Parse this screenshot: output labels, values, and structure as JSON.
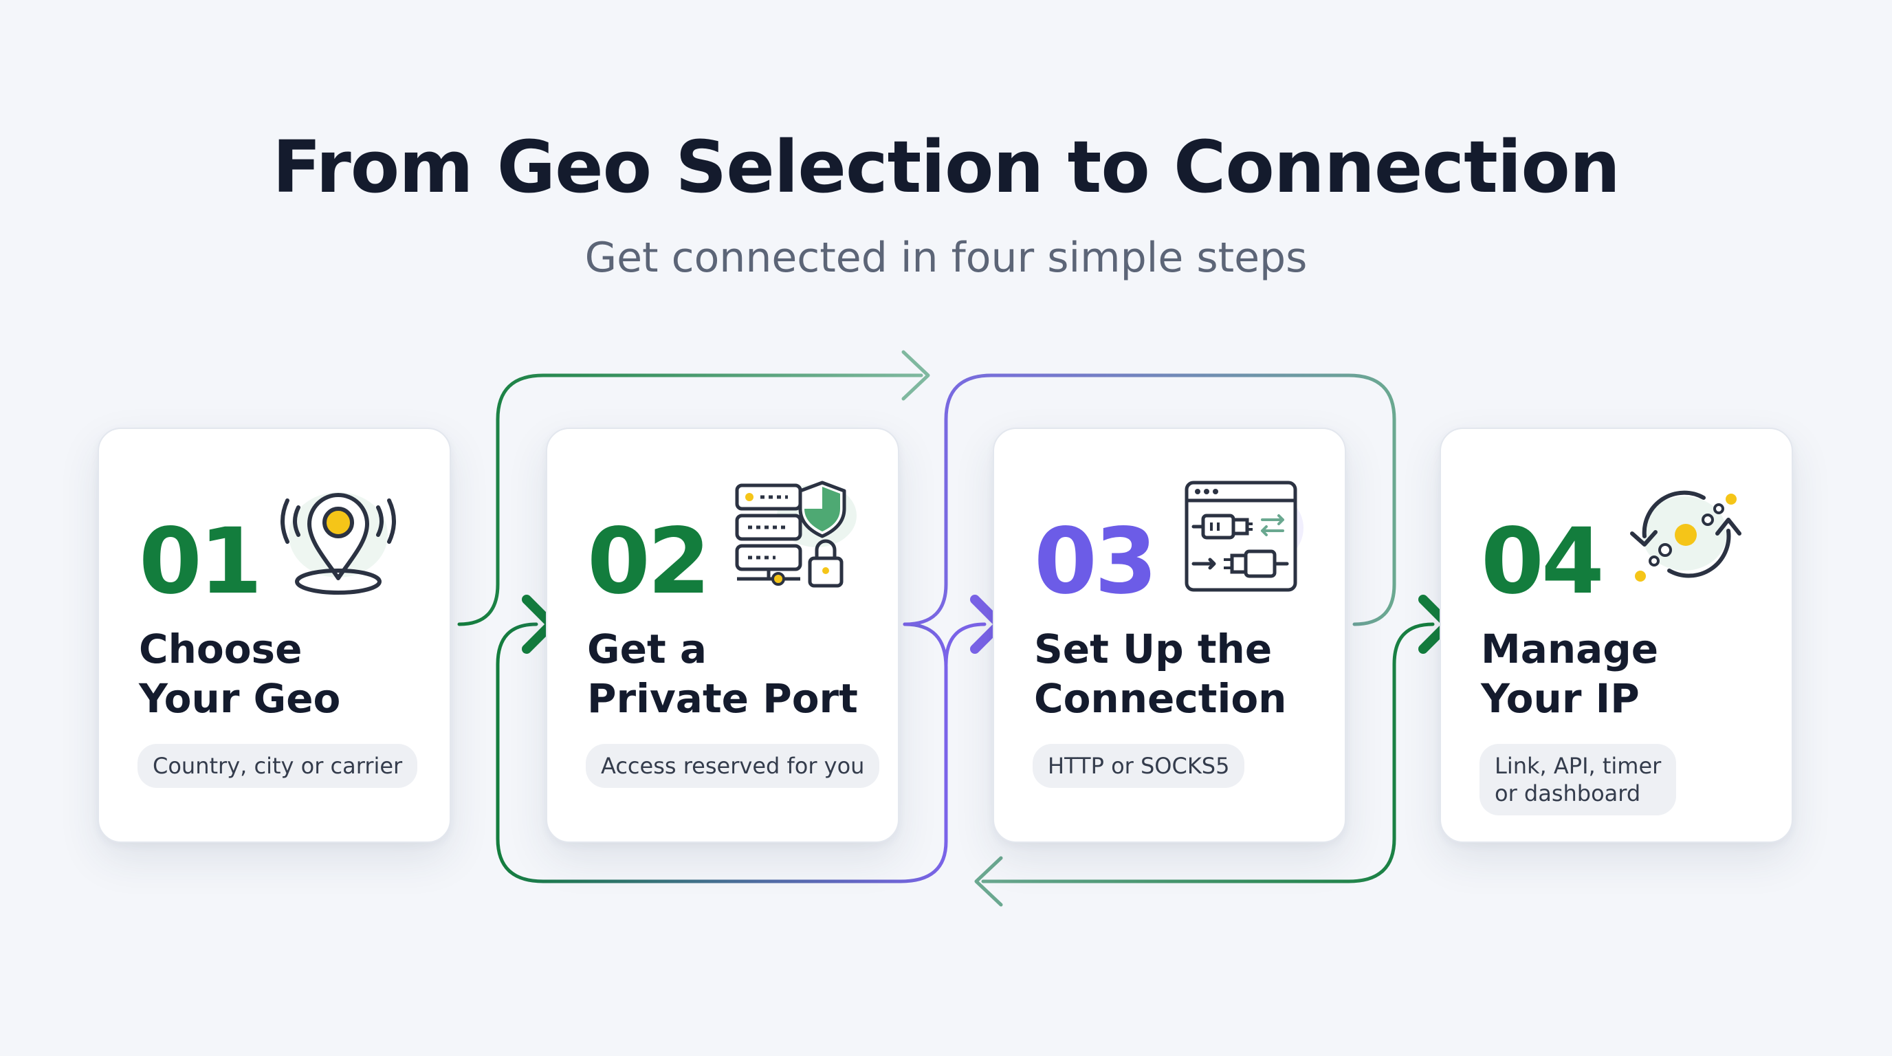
{
  "title": "From Geo Selection to Connection",
  "subtitle": "Get connected in four simple steps",
  "colors": {
    "green": "#137d3d",
    "purple": "#6c5ce7",
    "yellow": "#f5c518",
    "text": "#141b2d",
    "muted": "#5c6577",
    "teal": "#5aa88a"
  },
  "steps": [
    {
      "number": "01",
      "heading": "Choose\nYour Geo",
      "detail": "Country, city or carrier",
      "icon": "location-pin-signal-icon",
      "number_color": "#137d3d"
    },
    {
      "number": "02",
      "heading": "Get a\nPrivate Port",
      "detail": "Access reserved for you",
      "icon": "server-shield-lock-icon",
      "number_color": "#137d3d"
    },
    {
      "number": "03",
      "heading": "Set Up the\nConnection",
      "detail": "HTTP or SOCKS5",
      "icon": "connection-plugs-window-icon",
      "number_color": "#6c5ce7"
    },
    {
      "number": "04",
      "heading": "Manage\nYour IP",
      "detail": "Link, API, timer\nor dashboard",
      "icon": "rotate-ip-icon",
      "number_color": "#137d3d"
    }
  ]
}
